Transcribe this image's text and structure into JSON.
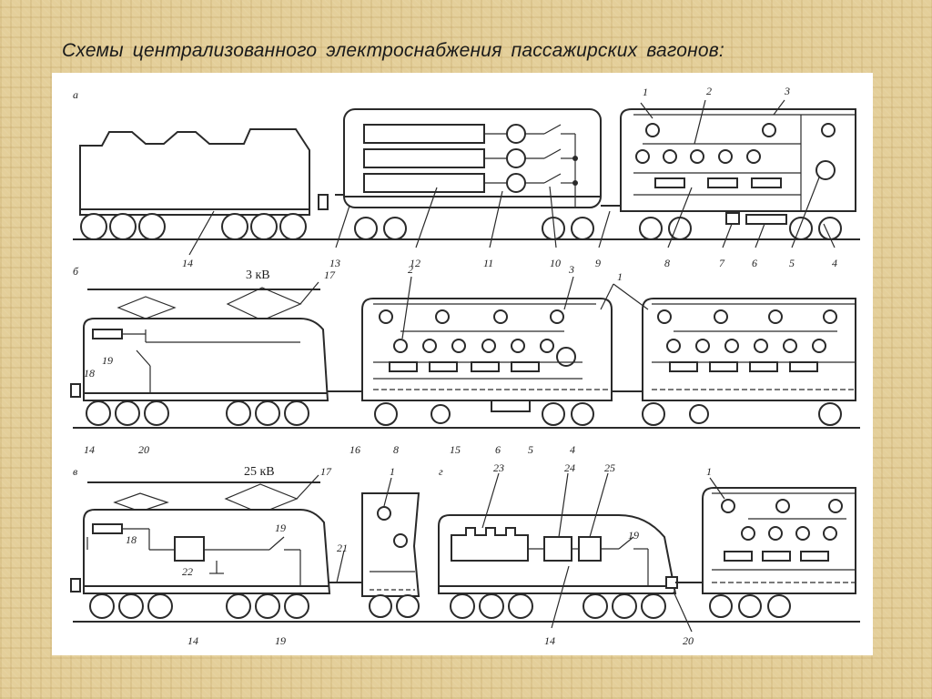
{
  "title": "Схемы централизованного электроснабжения пассажирских вагонов:",
  "panel_labels": {
    "a": "а",
    "b": "б",
    "v": "в",
    "g": "г"
  },
  "voltages": {
    "dc": "3 кВ",
    "ac": "25 кВ"
  },
  "row_a_labels": [
    "1",
    "2",
    "3",
    "4",
    "5",
    "6",
    "7",
    "8",
    "9",
    "10",
    "11",
    "12",
    "13",
    "14"
  ],
  "row_b_labels": [
    "1",
    "2",
    "3",
    "4",
    "5",
    "6",
    "8",
    "14",
    "15",
    "16",
    "17",
    "18",
    "19",
    "20"
  ],
  "row_c_labels": [
    "1",
    "14",
    "17",
    "18",
    "19",
    "19",
    "21",
    "22"
  ],
  "row_d_labels": [
    "1",
    "14",
    "19",
    "20",
    "23",
    "24",
    "25"
  ]
}
